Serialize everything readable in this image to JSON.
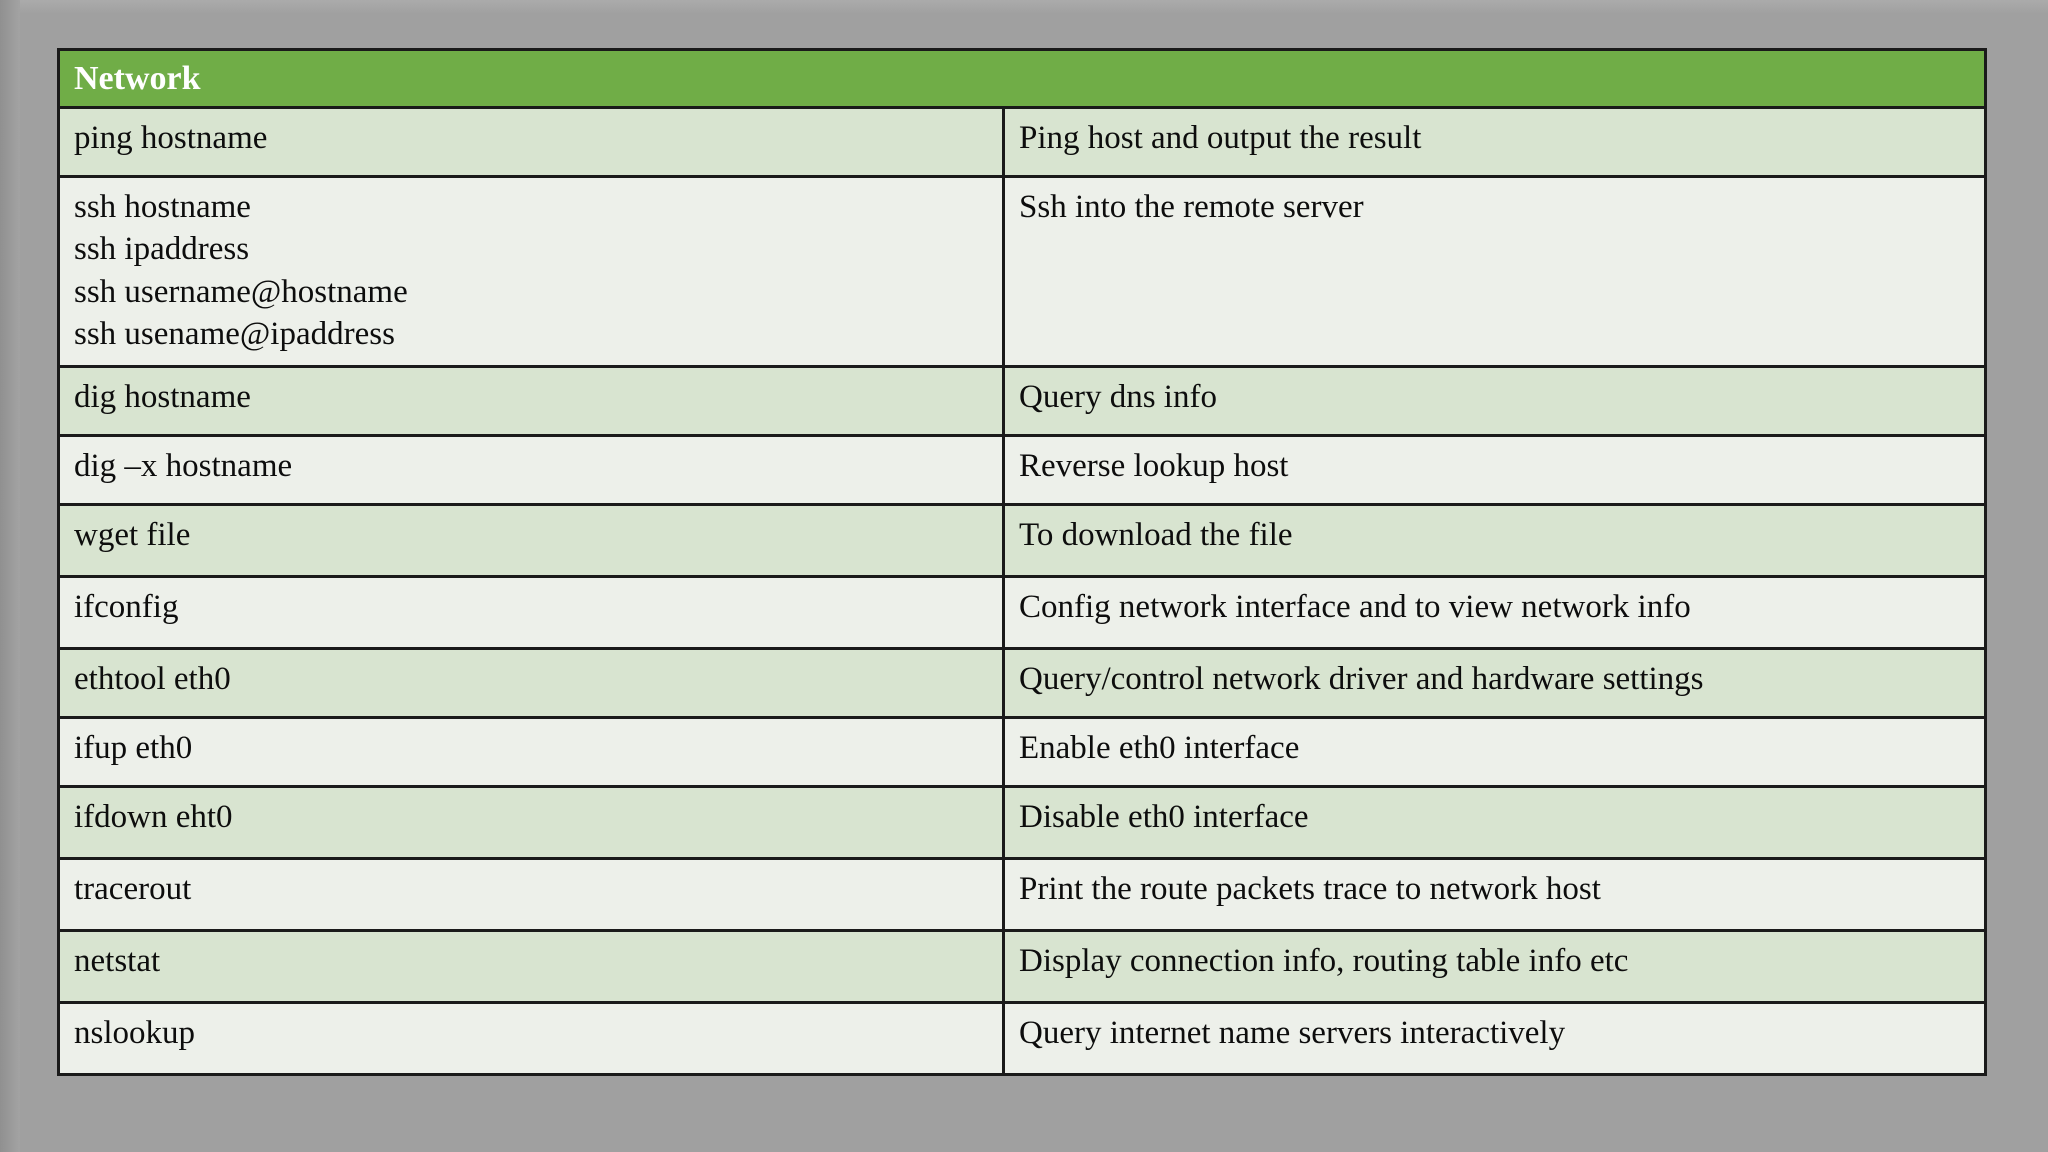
{
  "page": {
    "background_color": "#a0a0a0",
    "title": "Network"
  },
  "table": {
    "header": {
      "label": "Network",
      "background_color": "#70ad47",
      "text_color": "#ffffff"
    },
    "colors": {
      "row_shade_a": "#d8e4d0",
      "row_shade_b": "#edf0ea",
      "border": "#1a1a1a"
    },
    "rows": [
      {
        "command_lines": [
          "ping hostname"
        ],
        "description": "Ping host and output the result",
        "shade": "a",
        "height": 1
      },
      {
        "command_lines": [
          "ssh hostname",
          "ssh ipaddress",
          "ssh username@hostname",
          "ssh usename@ipaddress"
        ],
        "description": "Ssh into the remote server",
        "shade": "b",
        "height": 4
      },
      {
        "command_lines": [
          "dig hostname"
        ],
        "description": "Query dns info",
        "shade": "a",
        "height": 1
      },
      {
        "command_lines": [
          "dig –x hostname"
        ],
        "description": "Reverse lookup host",
        "shade": "b",
        "height": 1
      },
      {
        "command_lines": [
          "wget file"
        ],
        "description": "To download the file",
        "shade": "a",
        "height": 2
      },
      {
        "command_lines": [
          "ifconfig"
        ],
        "description": "Config network interface and to view network info",
        "shade": "b",
        "height": 2
      },
      {
        "command_lines": [
          "ethtool eth0"
        ],
        "description": "Query/control network driver and hardware settings",
        "shade": "a",
        "height": 1
      },
      {
        "command_lines": [
          "ifup eth0"
        ],
        "description": "Enable eth0 interface",
        "shade": "b",
        "height": 1
      },
      {
        "command_lines": [
          "ifdown eht0"
        ],
        "description": "Disable eth0 interface",
        "shade": "a",
        "height": 2
      },
      {
        "command_lines": [
          "tracerout"
        ],
        "description": "Print the route packets trace to network host",
        "shade": "b",
        "height": 2
      },
      {
        "command_lines": [
          "netstat"
        ],
        "description": "Display connection info, routing table info etc",
        "shade": "a",
        "height": 2
      },
      {
        "command_lines": [
          "nslookup"
        ],
        "description": "Query internet name servers interactively",
        "shade": "b",
        "height": 2
      }
    ]
  }
}
